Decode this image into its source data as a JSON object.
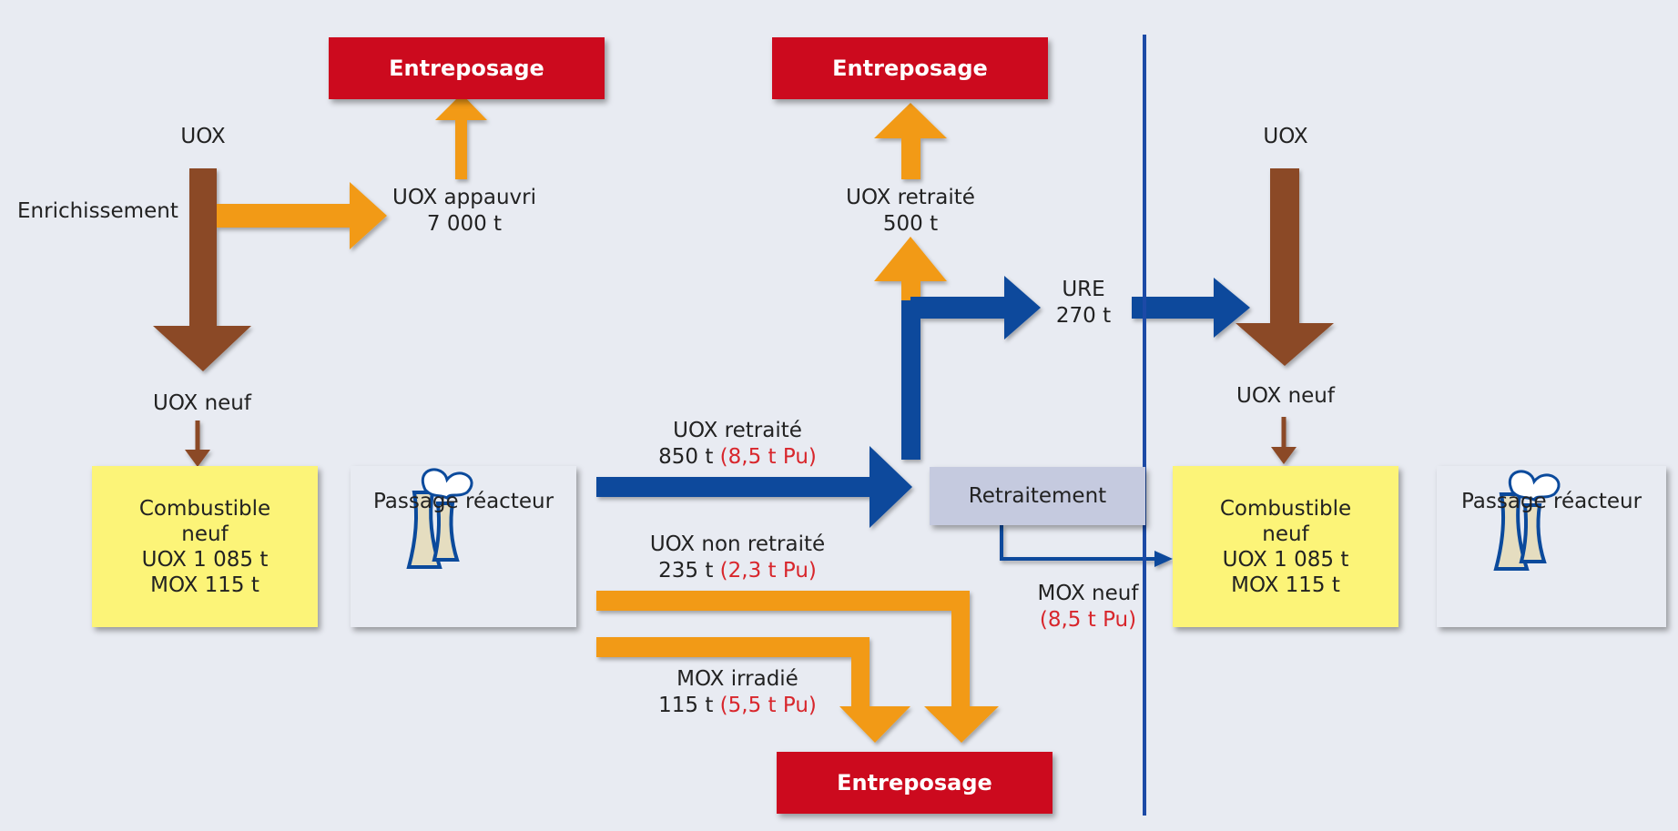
{
  "colors": {
    "background": "#e8ebf2",
    "storage_box": "#cc0a1e",
    "fuel_box": "#fcf478",
    "reactor_box": "#c5cadf",
    "uox_flow": "#8b4a26",
    "depleted_flow": "#f29a12",
    "reprocessed_flow": "#0b4a9c",
    "plutonium_text": "#d8262c"
  },
  "storage": {
    "left_top": "Entreposage",
    "middle_top": "Entreposage",
    "bottom": "Entreposage"
  },
  "left": {
    "uox": "UOX",
    "enrichment": "Enrichissement",
    "depleted_name": "UOX appauvri",
    "depleted_qty": "7 000 t",
    "uox_new": "UOX neuf",
    "fuel_line1": "Combustible",
    "fuel_line2": "neuf",
    "fuel_line3": "UOX 1 085 t",
    "fuel_line4": "MOX 115 t",
    "reactor_label": "Passage réacteur"
  },
  "middle": {
    "reprocessed_name": "UOX retraité",
    "reprocessed_qty": "850 t",
    "reprocessed_pu": "(8,5 t Pu)",
    "unprocessed_name": "UOX non retraité",
    "unprocessed_qty": "235 t",
    "unprocessed_pu": "(2,3 t Pu)",
    "mox_irr_name": "MOX irradié",
    "mox_irr_qty": "115 t",
    "mox_irr_pu": "(5,5 t Pu)",
    "reprocessing": "Retraitement",
    "reprocessed_store_name": "UOX retraité",
    "reprocessed_store_qty": "500 t",
    "ure_name": "URE",
    "ure_qty": "270 t",
    "mox_new_name": "MOX neuf",
    "mox_new_pu": "(8,5 t Pu)"
  },
  "right": {
    "uox": "UOX",
    "uox_new": "UOX neuf",
    "fuel_line1": "Combustible",
    "fuel_line2": "neuf",
    "fuel_line3": "UOX 1 085 t",
    "fuel_line4": "MOX 115 t",
    "reactor_label": "Passage réacteur"
  }
}
